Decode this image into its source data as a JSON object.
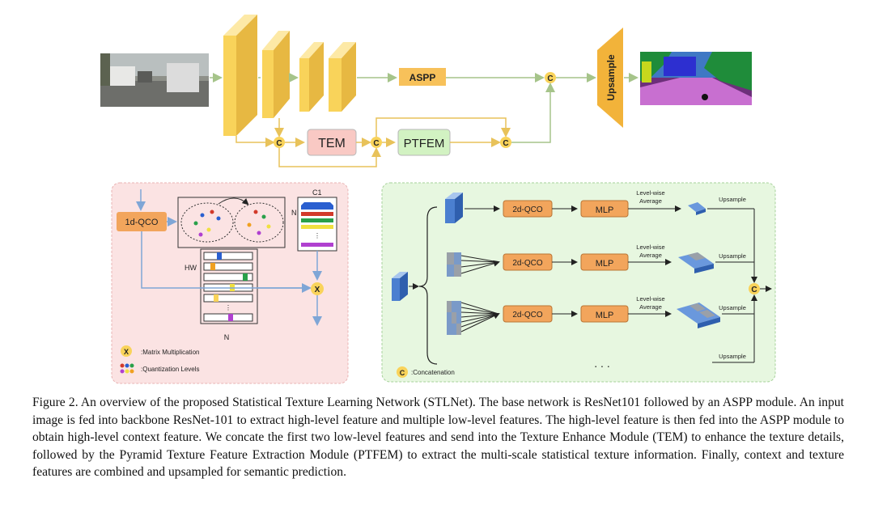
{
  "top": {
    "aspp": "ASPP",
    "upsample": "Upsample",
    "tem": "TEM",
    "ptfem": "PTFEM",
    "concat_symbol": "C"
  },
  "tem_panel": {
    "qco": "1d-QCO",
    "c1": "C1",
    "n_top": "N",
    "hw": "HW",
    "n_bottom": "N",
    "x_symbol": "X",
    "legend_matmul": ":Matrix Multiplication",
    "legend_quant": ":Quantization Levels"
  },
  "ptfem_panel": {
    "qco": "2d-QCO",
    "mlp": "MLP",
    "level_wise_line1": "Level-wise",
    "level_wise_line2": "Average",
    "upsample": "Upsample",
    "concat_symbol": "C",
    "legend_concat": ":Concatenation",
    "ellipsis": ". . ."
  },
  "caption": "Figure 2. An overview of the proposed Statistical Texture Learning Network (STLNet). The base network is ResNet101 followed by an ASPP module. An input image is fed into backbone ResNet-101 to extract high-level feature and multiple low-level features. The high-level feature is then fed into the ASPP module to obtain high-level context feature. We concate the first two low-level features and send into the Texture Enhance Module (TEM) to enhance the texture details, followed by the Pyramid Texture Feature Extraction Module (PTFEM) to extract the multi-scale statistical texture information. Finally, context and texture features are combined and upsampled for semantic prediction.",
  "colors": {
    "feature_yellow": "#f9d35a",
    "feature_light": "#fde9a6",
    "aspp_orange": "#f7c15a",
    "tem_fill": "#f9c9c4",
    "ptfem_fill": "#d2f2c2",
    "tem_panel_bg": "#fbe3e3",
    "ptfem_panel_bg": "#e7f7e0",
    "qco_orange": "#f2a55c",
    "arrow_green": "#a6c48a",
    "arrow_blue": "#7fa6d6"
  }
}
